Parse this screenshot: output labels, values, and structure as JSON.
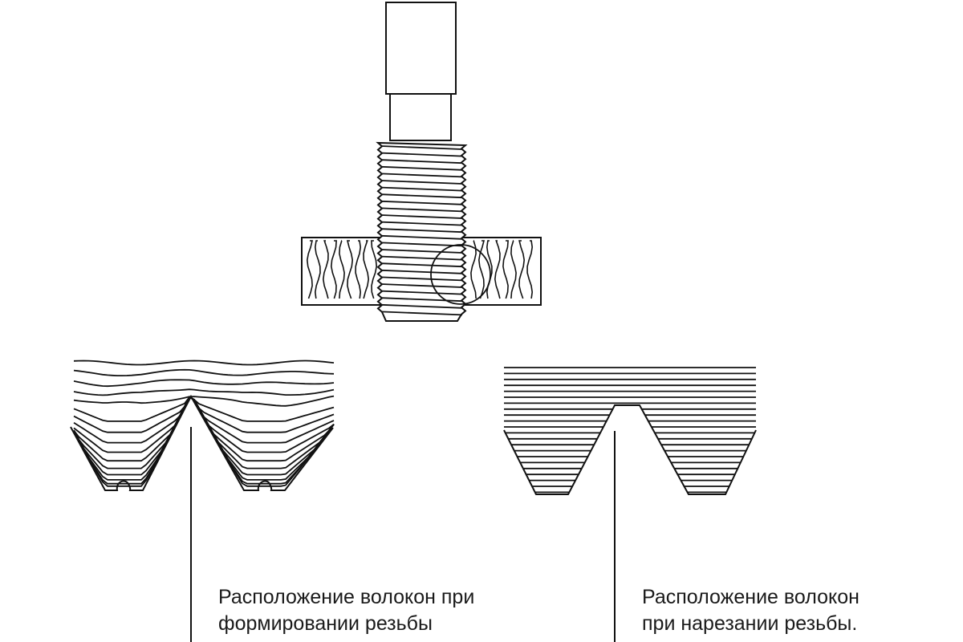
{
  "captions": {
    "forming": {
      "line1": "Расположение волокон при",
      "line2": "формировании резьбы"
    },
    "cutting": {
      "line1": "Расположение волокон",
      "line2": "при нарезании резьбы."
    }
  },
  "colors": {
    "stroke": "#111111",
    "background": "#ffffff"
  }
}
